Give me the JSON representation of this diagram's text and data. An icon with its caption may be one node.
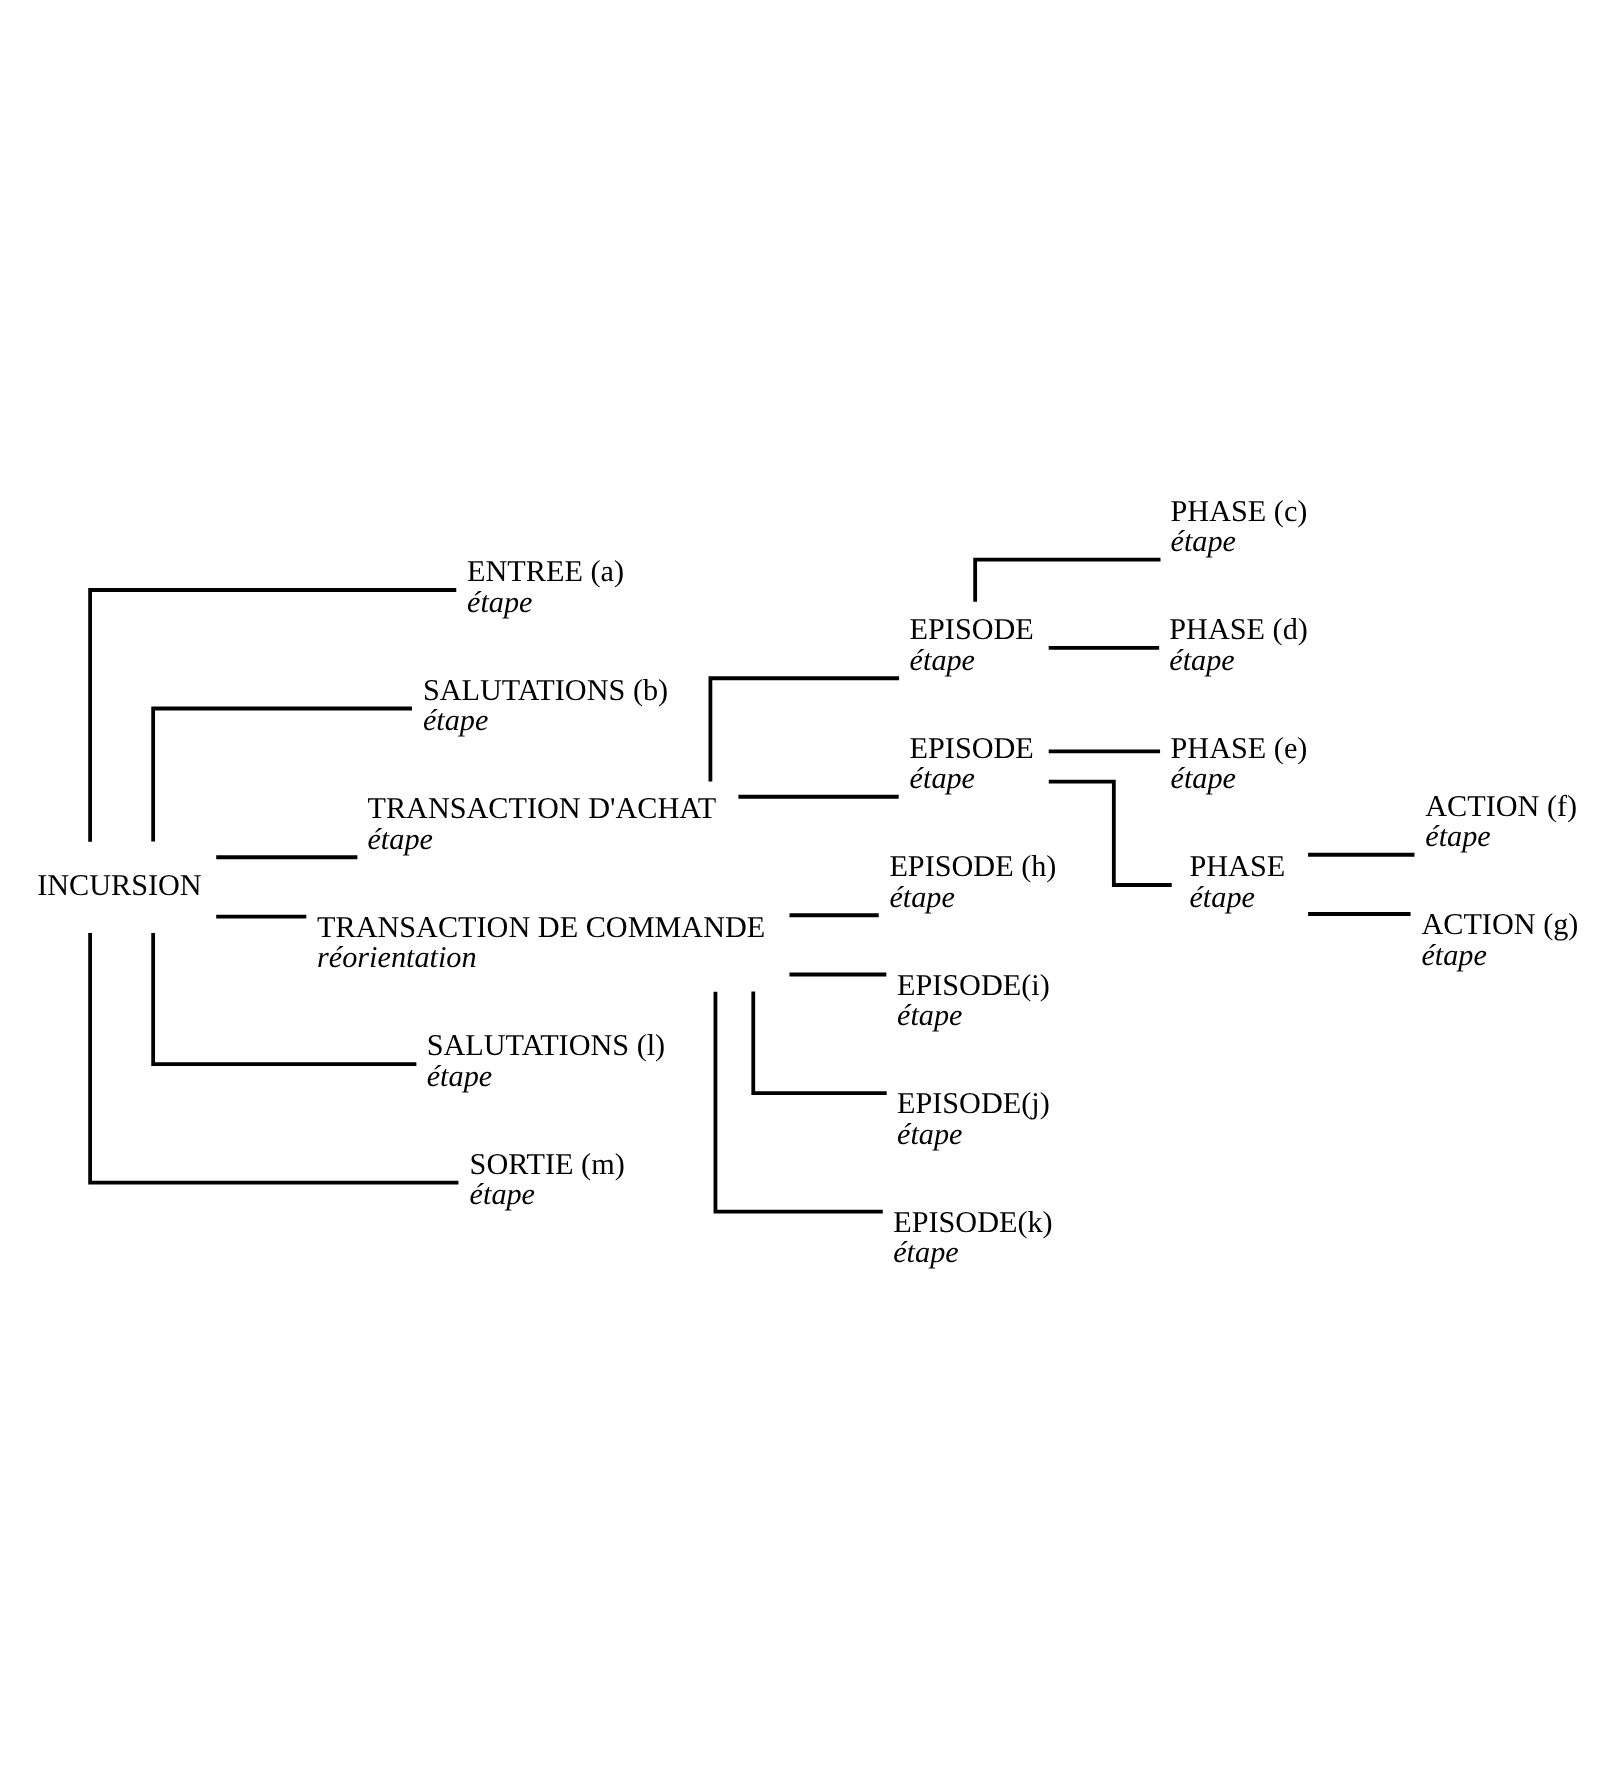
{
  "diagram": {
    "nodes": [
      {
        "text": [
          "INCURSION"
        ]
      },
      {
        "text": [
          "ENTREE (a)",
          "étape"
        ]
      },
      {
        "text": [
          "SALUTATIONS (b)",
          "étape"
        ]
      },
      {
        "text": [
          "TRANSACTION D'ACHAT",
          "étape"
        ]
      },
      {
        "text": [
          "EPISODE",
          "étape"
        ]
      },
      {
        "text": [
          "PHASE (c)",
          "étape"
        ]
      },
      {
        "text": [
          "PHASE (d)",
          "étape"
        ]
      },
      {
        "text": [
          "EPISODE",
          "étape"
        ]
      },
      {
        "text": [
          "PHASE (e)",
          "étape"
        ]
      },
      {
        "text": [
          "PHASE",
          "étape"
        ]
      },
      {
        "text": [
          "ACTION (f)",
          "étape"
        ]
      },
      {
        "text": [
          "ACTION (g)",
          "étape"
        ]
      },
      {
        "text": [
          "TRANSACTION DE COMMANDE",
          "réorientation"
        ]
      },
      {
        "text": [
          "EPISODE (h)",
          "étape"
        ]
      },
      {
        "text": [
          "EPISODE(i)",
          "étape"
        ]
      },
      {
        "text": [
          "EPISODE(j)",
          "étape"
        ]
      },
      {
        "text": [
          "EPISODE(k)",
          "étape"
        ]
      },
      {
        "text": [
          "SALUTATIONS (l)",
          "étape"
        ]
      },
      {
        "text": [
          "SORTIE (m)",
          "étape"
        ]
      }
    ],
    "edges": [
      {
        "from": 0,
        "to": 1,
        "arrow": "none"
      },
      {
        "from": 0,
        "to": 2,
        "arrow": "none"
      },
      {
        "from": 0,
        "to": 3,
        "arrow": "none"
      },
      {
        "from": 3,
        "to": 4,
        "arrow": "none"
      },
      {
        "from": 4,
        "to": 5,
        "arrow": "none"
      },
      {
        "from": 4,
        "to": 6,
        "arrow": "none"
      },
      {
        "from": 3,
        "to": 7,
        "arrow": "none"
      },
      {
        "from": 7,
        "to": 8,
        "arrow": "none"
      },
      {
        "from": 7,
        "to": 9,
        "arrow": "none"
      },
      {
        "from": 9,
        "to": 10,
        "arrow": "none"
      },
      {
        "from": 9,
        "to": 11,
        "arrow": "none"
      },
      {
        "from": 0,
        "to": 12,
        "arrow": "none"
      },
      {
        "from": 12,
        "to": 13,
        "arrow": "none"
      },
      {
        "from": 12,
        "to": 14,
        "arrow": "none"
      },
      {
        "from": 12,
        "to": 15,
        "arrow": "none"
      },
      {
        "from": 12,
        "to": 16,
        "arrow": "none"
      },
      {
        "from": 0,
        "to": 17,
        "arrow": "none"
      },
      {
        "from": 0,
        "to": 18,
        "arrow": "none"
      }
    ]
  }
}
